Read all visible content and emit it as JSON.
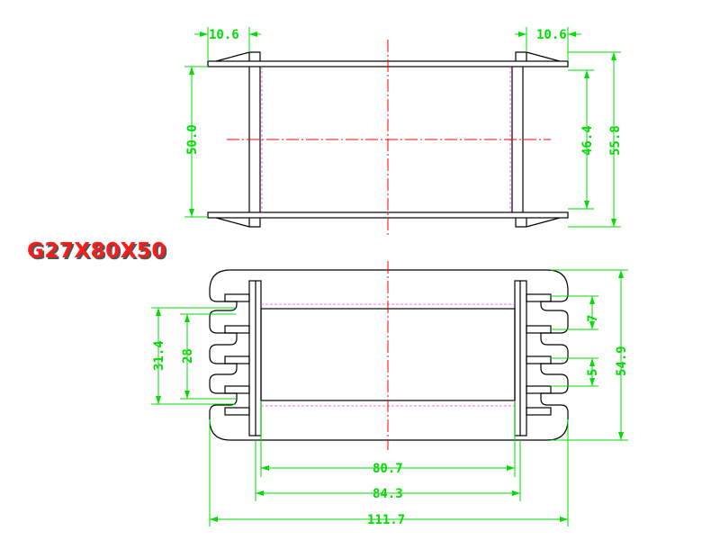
{
  "title": "G27X80X50",
  "colors": {
    "outline": "#000000",
    "dimension": "#00dd00",
    "centerline": "#ff0000",
    "hidden": "#ff44ff",
    "title": "#ff1a1a"
  },
  "top_view": {
    "dims": {
      "flange_left_width": "10.6",
      "flange_right_width": "10.6",
      "height_left": "50.0",
      "inner_height": "46.4",
      "overall_height": "55.8"
    }
  },
  "bottom_view": {
    "dims": {
      "pin_span_outer": "31.4",
      "pin_span_inner": "28",
      "pin_pitch": "7",
      "pin_gap": "5",
      "overall_height": "54.9",
      "winding_width": "80.7",
      "core_width": "84.3",
      "overall_width": "111.7"
    }
  }
}
